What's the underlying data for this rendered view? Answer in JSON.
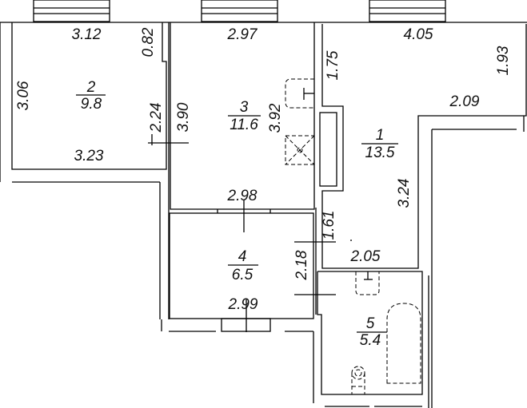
{
  "rooms": [
    {
      "number": "1",
      "area": "13.5"
    },
    {
      "number": "2",
      "area": "9.8"
    },
    {
      "number": "3",
      "area": "11.6"
    },
    {
      "number": "4",
      "area": "6.5"
    },
    {
      "number": "5",
      "area": "5.4"
    }
  ],
  "dimensions": {
    "r2_top": "3.12",
    "r2_notch": "0.82",
    "r2_left": "3.06",
    "r2_right": "2.24",
    "r2_bottom": "3.23",
    "r3_top": "2.97",
    "r3_left": "3.90",
    "r3_right": "3.92",
    "r3_bottom": "2.98",
    "r1_top": "4.05",
    "r1_left_upper": "1.75",
    "r1_right": "1.93",
    "r1_step": "2.09",
    "r1_lower": "3.24",
    "r1_left_lower": "1.61",
    "r1_bottom": "2.05",
    "r4_right": "2.18",
    "r4_bottom": "2.99"
  }
}
